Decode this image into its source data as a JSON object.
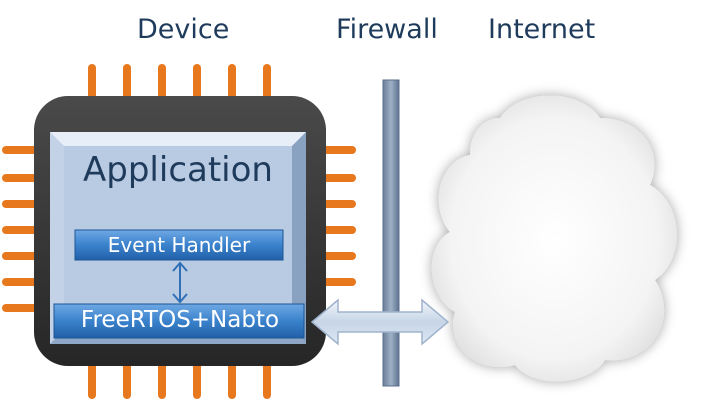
{
  "headings": {
    "device": "Device",
    "firewall": "Firewall",
    "internet": "Internet"
  },
  "blocks": {
    "application": "Application",
    "event_handler": "Event Handler",
    "freertos_nabto": "FreeRTOS+Nabto"
  },
  "colors": {
    "pin": "#e8781e",
    "chip_body": "#3a3a3a",
    "application_panel": "#b4c8e0",
    "label_block": "#2f78c4",
    "firewall_bar": "#7f94ad",
    "heading_text": "#1f3b5c",
    "connector_arrow": "#c9d7e8"
  }
}
